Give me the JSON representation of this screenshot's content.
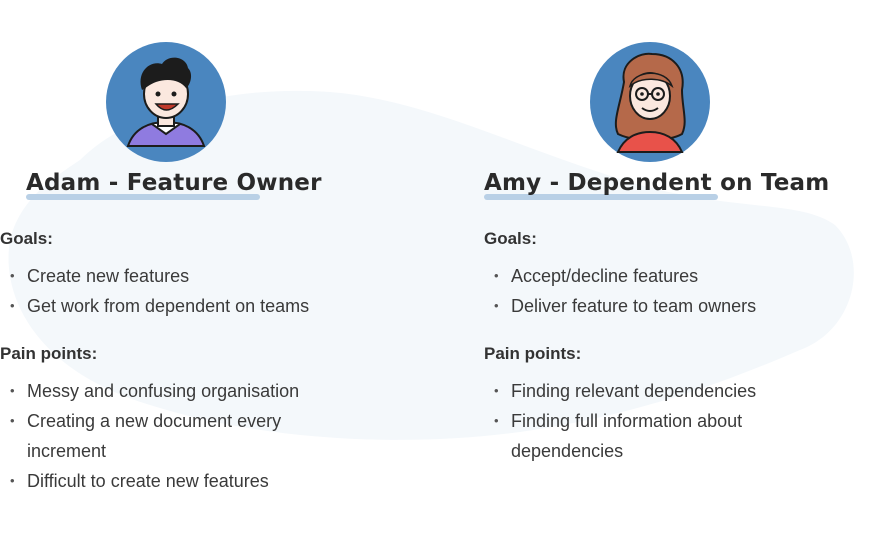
{
  "personas": [
    {
      "avatar_icon": "male-cartoon-avatar-icon",
      "name": "Adam - Feature Owner",
      "goals_title": "Goals:",
      "goals": [
        "Create new features",
        "Get work from dependent on teams"
      ],
      "pain_title": "Pain points:",
      "pain_points": [
        "Messy and confusing organisation",
        "Creating a new document every increment",
        "Difficult to create new features"
      ]
    },
    {
      "avatar_icon": "female-cartoon-avatar-icon",
      "name": "Amy - Dependent on Team",
      "goals_title": "Goals:",
      "goals": [
        "Accept/decline features",
        "Deliver feature to team owners"
      ],
      "pain_title": "Pain points:",
      "pain_points": [
        "Finding relevant dependencies",
        "Finding full information about dependencies"
      ]
    }
  ],
  "colors": {
    "avatar_bg": "#4a86bf",
    "name_underline": "#b9d0e6",
    "background_blob": "#f4f8fb"
  }
}
